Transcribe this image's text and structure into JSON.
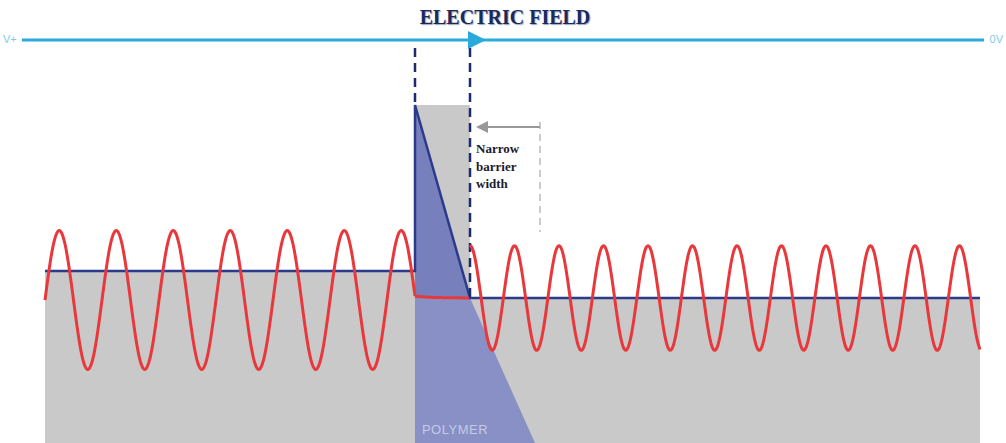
{
  "diagram": {
    "title": "ELECTRIC FIELD",
    "labels": [
      "V+",
      "0V",
      "Narrow barrier width",
      "POLYMER"
    ]
  }
}
